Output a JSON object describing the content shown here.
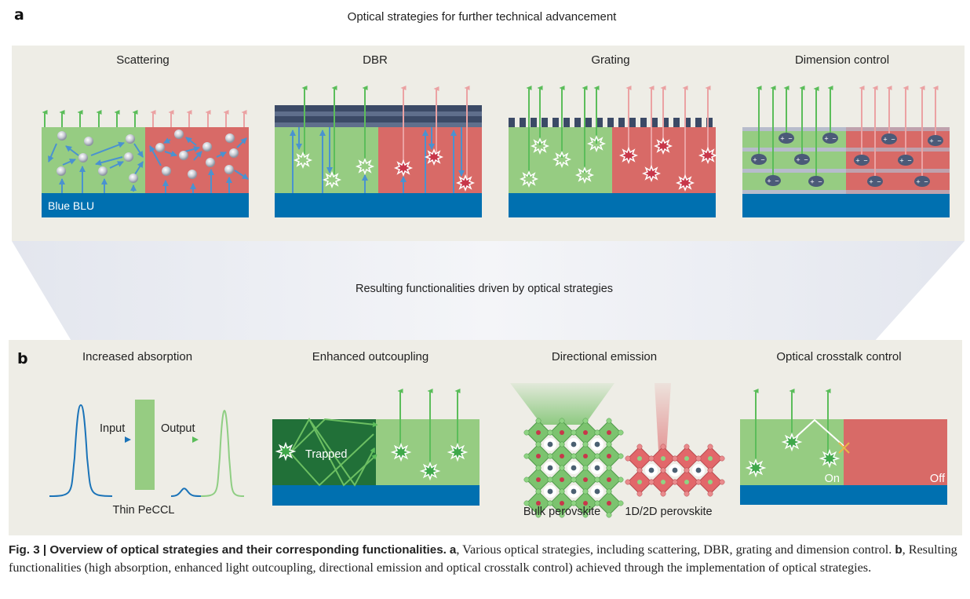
{
  "panel_a": {
    "letter": "a",
    "title": "Optical strategies for further technical advancement",
    "subpanels": [
      {
        "title": "Scattering",
        "label": "Blue BLU"
      },
      {
        "title": "DBR"
      },
      {
        "title": "Grating"
      },
      {
        "title": "Dimension control"
      }
    ]
  },
  "connector": {
    "text": "Resulting functionalities driven by optical strategies"
  },
  "panel_b": {
    "letter": "b",
    "subpanels": [
      {
        "title": "Increased absorption",
        "input_label": "Input",
        "output_label": "Output",
        "layer_label": "Thin PeCCL"
      },
      {
        "title": "Enhanced outcoupling",
        "trapped_label": "Trapped"
      },
      {
        "title": "Directional emission",
        "left_label": "Bulk perovskite",
        "right_label": "1D/2D perovskite"
      },
      {
        "title": "Optical crosstalk control",
        "on_label": "On",
        "off_label": "Off"
      }
    ]
  },
  "caption": {
    "fig_label": "Fig. 3 | Overview of optical strategies and their corresponding functionalities.",
    "a_label": "a",
    "a_text": ", Various optical strategies, including scattering, DBR, grating and dimension control.",
    "b_label": "b",
    "b_text": ", Resulting functionalities (high absorption, enhanced light outcoupling, directional emission and optical crosstalk control) achieved through the implementation of optical strategies."
  },
  "colors": {
    "green_layer": "#96cc82",
    "red_layer": "#d86a67",
    "blue_blu": "#0070b0",
    "dark_green": "#217038",
    "green_arrow": "#5bbd5a",
    "pink_arrow": "#eba2a3",
    "blue_arrow": "#4a92d0",
    "dbr_dark": "#3b4a66",
    "dbr_light": "#5f6f8c",
    "panel_bg": "#eeede6"
  }
}
